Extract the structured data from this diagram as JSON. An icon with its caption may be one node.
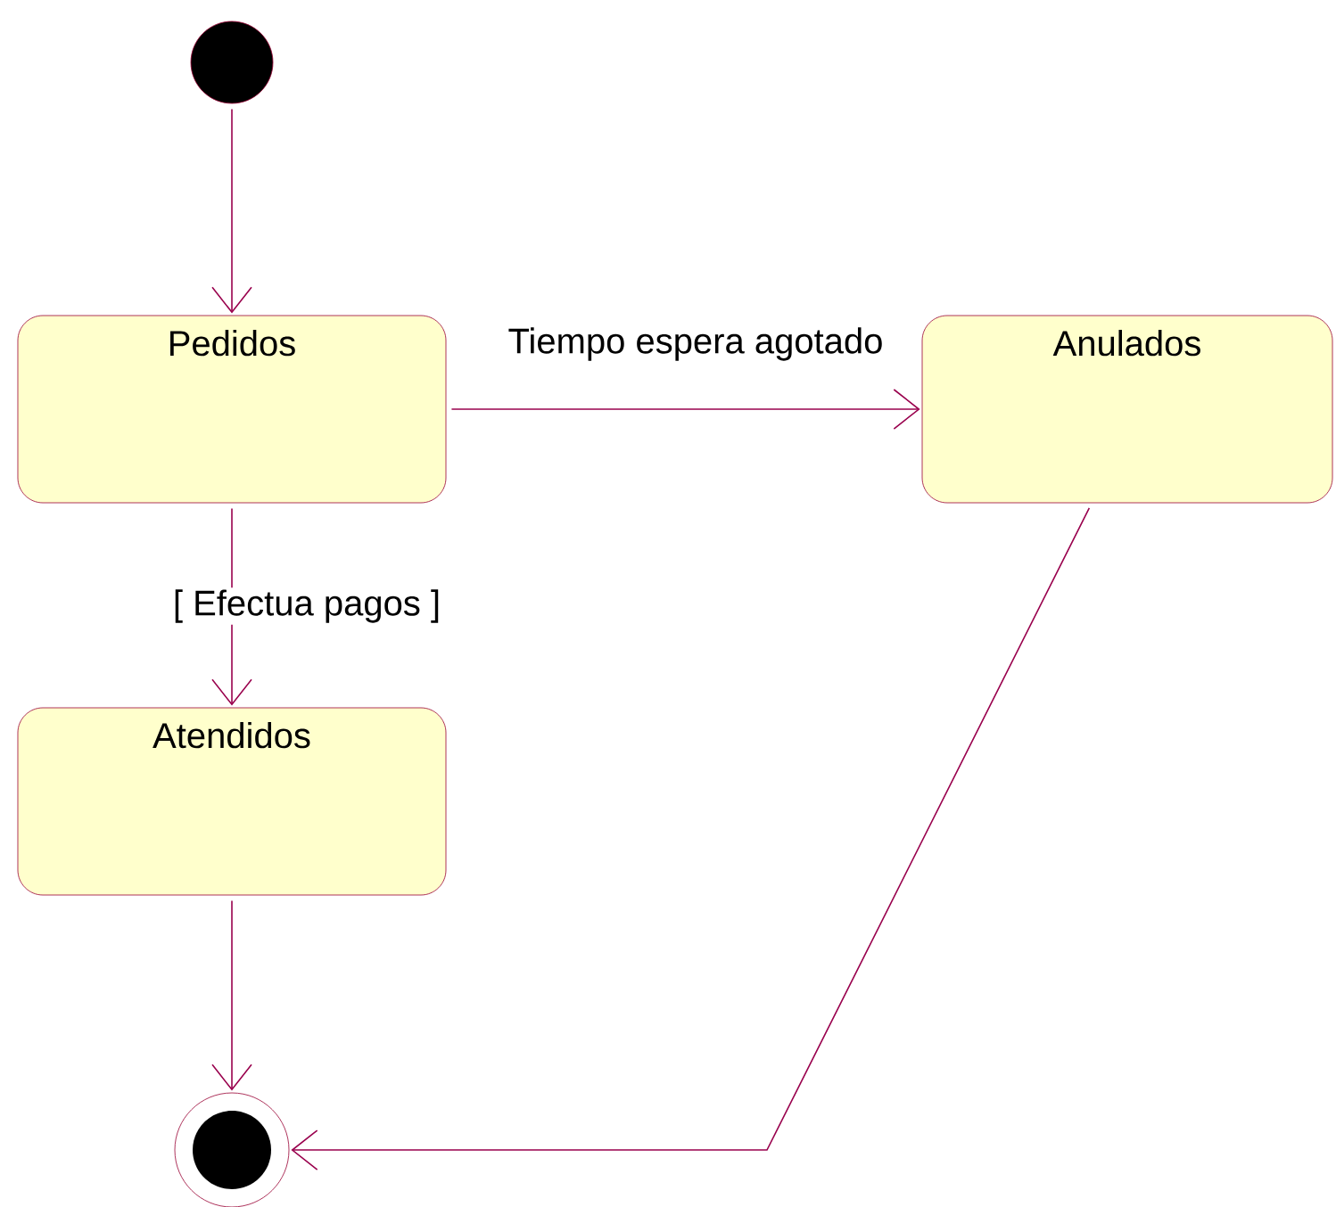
{
  "diagram": {
    "nodes": [
      {
        "text": [],
        "shape": "circle"
      },
      {
        "text": [
          "Pedidos"
        ]
      },
      {
        "text": [
          "Anulados"
        ]
      },
      {
        "text": [
          "Atendidos"
        ]
      },
      {
        "text": [],
        "shape": "bullseye"
      }
    ],
    "edges": [
      {
        "from": 0,
        "to": 1,
        "arrow": "to"
      },
      {
        "from": 1,
        "to": 2,
        "arrow": "to",
        "label": "Tiempo espera agotado"
      },
      {
        "from": 1,
        "to": 3,
        "arrow": "to",
        "label": "[ Efectua pagos ]"
      },
      {
        "from": 3,
        "to": 4,
        "arrow": "to"
      },
      {
        "from": 2,
        "to": 4,
        "arrow": "to"
      }
    ]
  }
}
